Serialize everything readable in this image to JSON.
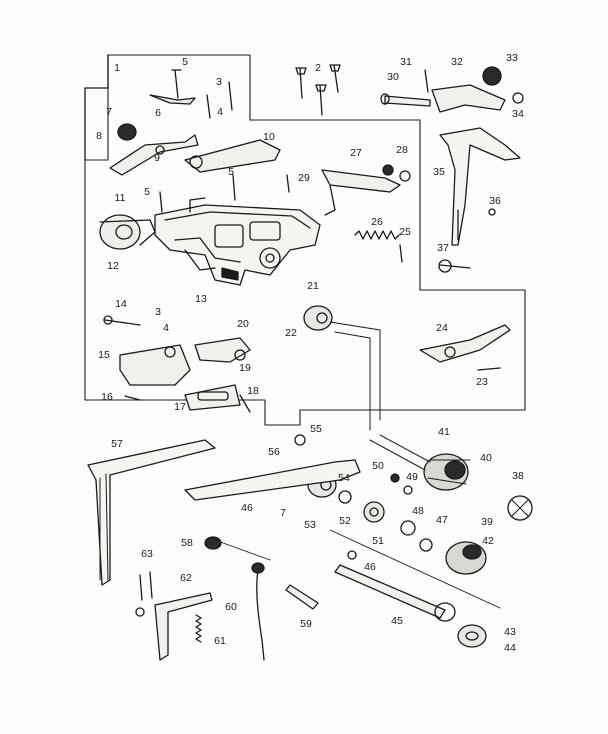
{
  "diagram": {
    "labels": {
      "p1": "1",
      "p2": "2",
      "p3": "3",
      "p3b": "3",
      "p4": "4",
      "p4b": "4",
      "p5": "5",
      "p5b": "5",
      "p5c": "5",
      "p6": "6",
      "p7": "7",
      "p7b": "7",
      "p8": "8",
      "p9": "9",
      "p10": "10",
      "p11": "11",
      "p12": "12",
      "p13": "13",
      "p14": "14",
      "p15": "15",
      "p16": "16",
      "p17": "17",
      "p18": "18",
      "p19": "19",
      "p20": "20",
      "p21": "21",
      "p22": "22",
      "p23": "23",
      "p24": "24",
      "p25": "25",
      "p26": "26",
      "p27": "27",
      "p28": "28",
      "p29": "29",
      "p30": "30",
      "p31": "31",
      "p32": "32",
      "p33": "33",
      "p34": "34",
      "p35": "35",
      "p36": "36",
      "p37": "37",
      "p38": "38",
      "p39": "39",
      "p40": "40",
      "p41": "41",
      "p42": "42",
      "p43": "43",
      "p44": "44",
      "p45": "45",
      "p46": "46",
      "p46b": "46",
      "p47": "47",
      "p48": "48",
      "p49": "49",
      "p50": "50",
      "p51": "51",
      "p52": "52",
      "p53": "53",
      "p54": "54",
      "p55": "55",
      "p56": "56",
      "p57": "57",
      "p58": "58",
      "p59": "59",
      "p60": "60",
      "p61": "61",
      "p62": "62",
      "p63": "63"
    },
    "colors": {
      "ink": "#1a1a1a",
      "paper": "#fdfdfb"
    }
  }
}
